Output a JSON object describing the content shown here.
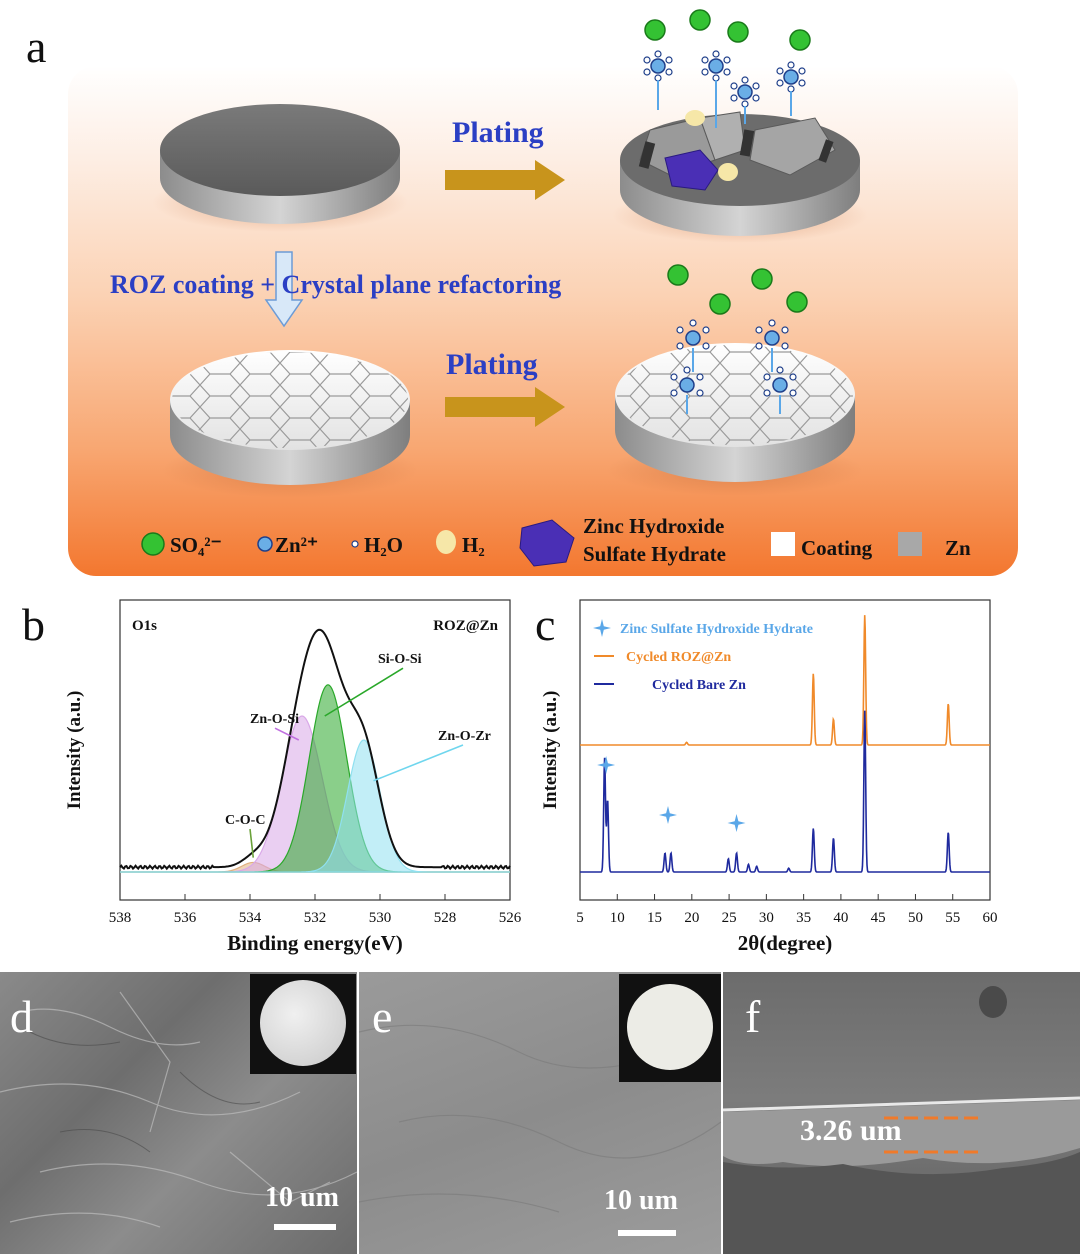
{
  "panel_letters": {
    "a": "a",
    "b": "b",
    "c": "c",
    "d": "d",
    "e": "e",
    "f": "f"
  },
  "panel_a": {
    "plating_top": "Plating",
    "plating_bottom": "Plating",
    "process": "ROZ coating + Crystal plane refactoring",
    "legend": {
      "so4": "SO₄²⁻",
      "zn": "Zn²⁺",
      "h2o": "H₂O",
      "h2": "H₂",
      "zhsh_line1": "Zinc  Hydroxide",
      "zhsh_line2": "Sulfate Hydrate",
      "coating": "Coating",
      "zn_metal": "Zn"
    },
    "colors": {
      "so4": "#34c233",
      "zn_ion": "#6aaee6",
      "h2": "#f6e7a8",
      "crystal": "#4a2fb5",
      "arrow": "#c8941c",
      "blue_text": "#2b3fc4"
    }
  },
  "chart_data": [
    {
      "type": "area",
      "panel": "b",
      "corner_left": "O1s",
      "corner_right": "ROZ@Zn",
      "xlabel": "Binding energy(eV)",
      "ylabel": "Intensity (a.u.)",
      "xlim": [
        538,
        526
      ],
      "x_reversed": true,
      "xticks": [
        "538",
        "536",
        "534",
        "532",
        "530",
        "528",
        "526"
      ],
      "grid": false,
      "series": [
        {
          "name": "C-O-C",
          "center": 533.9,
          "amplitude": 0.04,
          "sigma": 0.35,
          "color": "#e0b080"
        },
        {
          "name": "Zn-O-Si",
          "center": 532.4,
          "amplitude": 0.65,
          "sigma": 0.62,
          "color": "#d9a8e8"
        },
        {
          "name": "Si-O-Si",
          "center": 531.6,
          "amplitude": 0.78,
          "sigma": 0.58,
          "color": "#2aa82a"
        },
        {
          "name": "Zn-O-Zr",
          "center": 530.5,
          "amplitude": 0.55,
          "sigma": 0.5,
          "color": "#8fe0f0"
        }
      ],
      "envelope_color": "#111111"
    },
    {
      "type": "line",
      "panel": "c",
      "xlabel": "2θ(degree)",
      "ylabel": "Intensity (a.u.)",
      "xlim": [
        5,
        60
      ],
      "xticks": [
        "5",
        "10",
        "15",
        "20",
        "25",
        "30",
        "35",
        "40",
        "45",
        "50",
        "55",
        "60"
      ],
      "grid": false,
      "legend": [
        {
          "label": "Zinc Sulfate Hydroxide Hydrate",
          "color": "#5aa7e8",
          "marker": "star"
        },
        {
          "label": "Cycled ROZ@Zn",
          "color": "#f08a2a"
        },
        {
          "label": "Cycled Bare Zn",
          "color": "#1f2a9e"
        }
      ],
      "series": [
        {
          "name": "Cycled ROZ@Zn",
          "color": "#f08a2a",
          "peaks": [
            [
              19.3,
              0.02
            ],
            [
              36.3,
              0.55
            ],
            [
              39.0,
              0.2
            ],
            [
              43.2,
              1.0
            ],
            [
              54.4,
              0.32
            ]
          ]
        },
        {
          "name": "Cycled Bare Zn",
          "color": "#1f2a9e",
          "peaks": [
            [
              8.3,
              0.6
            ],
            [
              8.7,
              0.38
            ],
            [
              16.4,
              0.1
            ],
            [
              17.2,
              0.1
            ],
            [
              24.9,
              0.07
            ],
            [
              26.0,
              0.1
            ],
            [
              27.6,
              0.04
            ],
            [
              28.7,
              0.03
            ],
            [
              33.0,
              0.02
            ],
            [
              36.3,
              0.23
            ],
            [
              39.0,
              0.18
            ],
            [
              43.2,
              0.85
            ],
            [
              54.4,
              0.21
            ]
          ]
        }
      ],
      "star_markers_x": [
        8.5,
        16.8,
        26.0
      ]
    }
  ],
  "sem": {
    "d_scale": "10 um",
    "e_scale": "10 um",
    "f_thickness": "3.26 um"
  }
}
